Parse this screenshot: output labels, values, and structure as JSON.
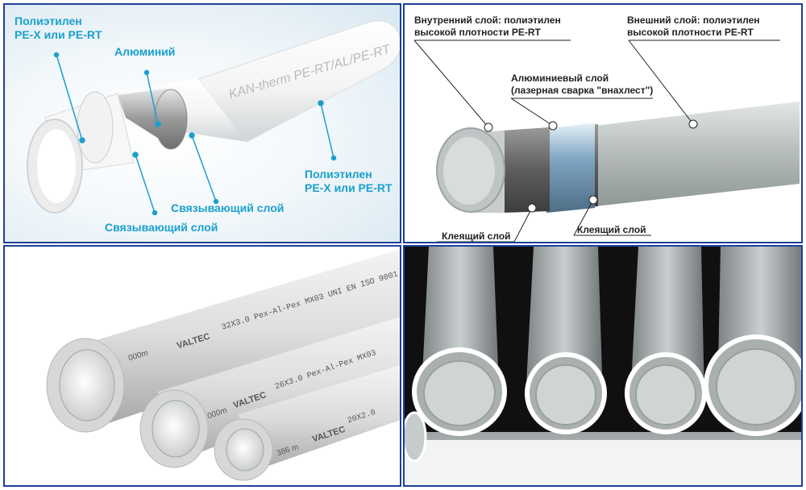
{
  "panel1": {
    "outer_layer_label": "Полиэтилен\nPE-X или PE-RT",
    "aluminium_label": "Алюминий",
    "bonding_layer_right_label": "Связывающий слой",
    "bonding_layer_left_label": "Связывающий слой",
    "inner_layer_label": "Полиэтилен\nPE-X или PE-RT",
    "pipe_marking": "KAN-therm PE-RT/AL/PE-RT"
  },
  "panel2": {
    "inner_layer_label": "Внутренний слой: полиэтилен\nвысокой плотности PE-RT",
    "outer_layer_label": "Внешний слой: полиэтилен\nвысокой плотности PE-RT",
    "aluminium_label": "Алюминиевый слой\n(лазерная сварка \"внахлест\")",
    "adhesive_left_label": "Клеящий слой",
    "adhesive_right_label": "Клеящий слой"
  },
  "panel3": {
    "brand": "VALTEC",
    "marking_top": "32X3.0   Pex-Al-Pex   MX03   UNI EN ISO 9001",
    "marking_mid": "26X3.0   Pex-Al-Pex   MX03",
    "marking_low": "20X2.0",
    "length_top": "000m",
    "length_mid": "000m",
    "length_low": "386 m"
  },
  "colors": {
    "label_blue": "#1aa0cf",
    "panel_border": "#1f3f9a"
  }
}
